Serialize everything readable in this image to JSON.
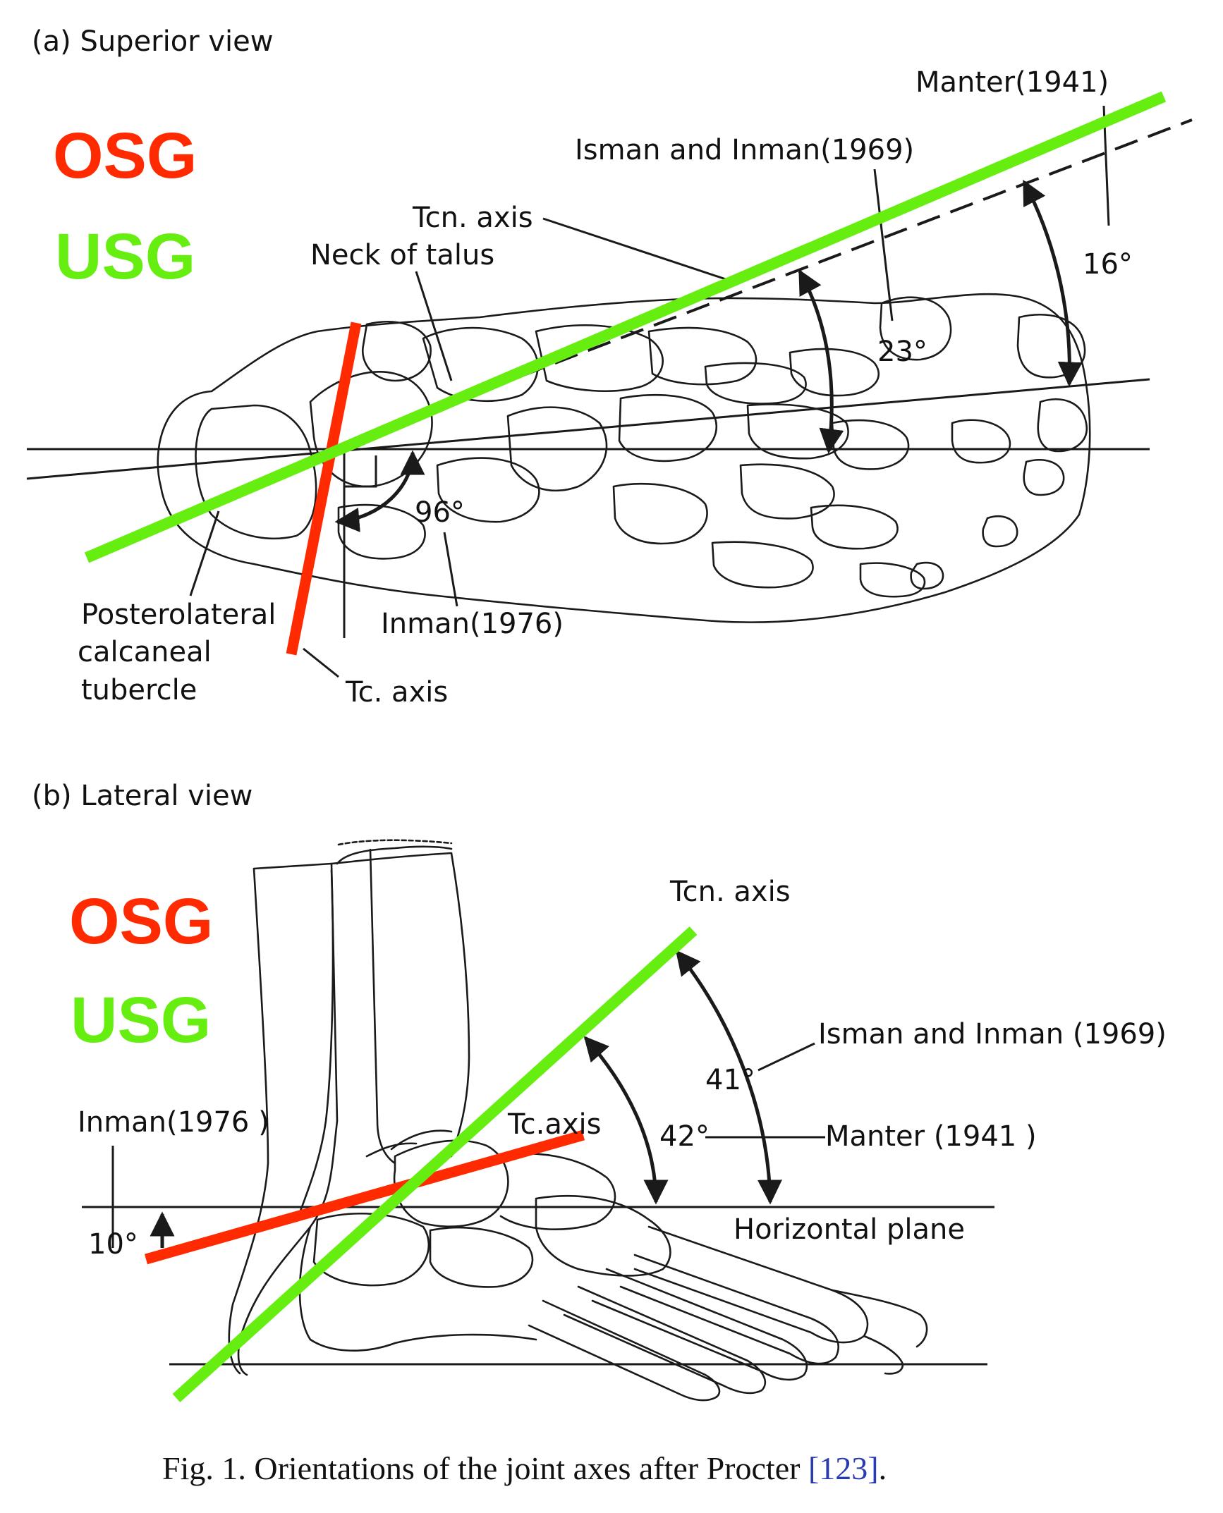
{
  "panel_a": {
    "title": "(a)  Superior view",
    "legend_osg": "OSG",
    "legend_usg": "USG",
    "labels": {
      "manter": "Manter(1941)",
      "isman_inman": "Isman and Inman(1969)",
      "tcn_axis": "Tcn. axis",
      "neck_talus": "Neck of talus",
      "angle_23": "23°",
      "angle_16": "16°",
      "angle_96": "96°",
      "inman_1976": "Inman(1976)",
      "posterolateral_1": "Posterolateral",
      "posterolateral_2": "calcaneal",
      "posterolateral_3": "tubercle",
      "tc_axis": "Tc. axis"
    }
  },
  "panel_b": {
    "title": "(b)  Lateral view",
    "legend_osg": "OSG",
    "legend_usg": "USG",
    "labels": {
      "tcn_axis": "Tcn. axis",
      "isman_inman": "Isman and Inman (1969)",
      "angle_41": "41°",
      "angle_42": "42°",
      "manter": "Manter (1941 )",
      "inman_1976": "Inman(1976 )",
      "tc_axis": "Tc.axis",
      "angle_10": "10°",
      "horizontal_plane": "Horizontal plane"
    }
  },
  "caption": {
    "text": "Fig. 1. Orientations of the joint axes after Procter ",
    "ref": "[123]",
    "end": "."
  },
  "colors": {
    "osg": "#ff2a00",
    "usg": "#66ee11",
    "caption_ref": "#2a3bb0"
  }
}
